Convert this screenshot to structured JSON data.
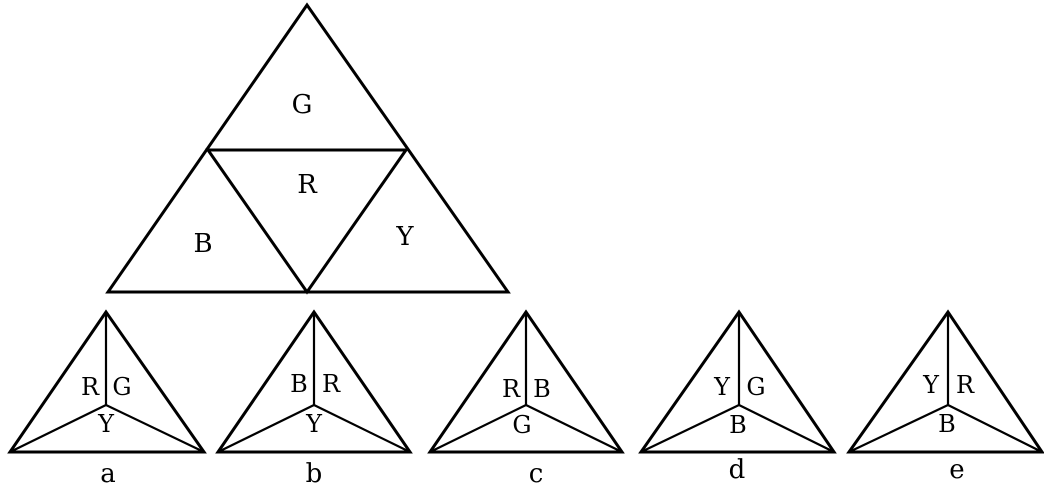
{
  "net": {
    "faces": {
      "top": "G",
      "center": "R",
      "left": "B",
      "right": "Y"
    }
  },
  "options": [
    {
      "label": "a",
      "faces": {
        "left": "R",
        "right": "G",
        "bottom": "Y"
      }
    },
    {
      "label": "b",
      "faces": {
        "left": "B",
        "right": "R",
        "bottom": "Y"
      }
    },
    {
      "label": "c",
      "faces": {
        "left": "R",
        "right": "B",
        "bottom": "G"
      }
    },
    {
      "label": "d",
      "faces": {
        "left": "Y",
        "right": "G",
        "bottom": "B"
      }
    },
    {
      "label": "e",
      "faces": {
        "left": "Y",
        "right": "R",
        "bottom": "B"
      }
    }
  ],
  "colors": {
    "line": "#000000",
    "background": "#ffffff"
  }
}
